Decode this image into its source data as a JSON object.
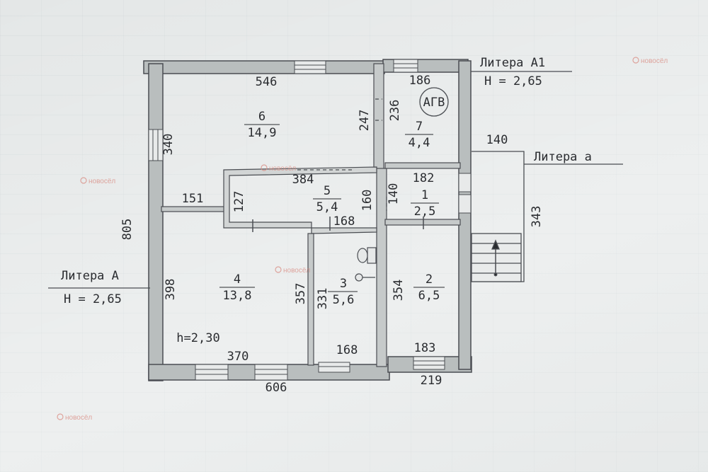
{
  "colors": {
    "paper": "#e4e7e7",
    "wall_fill": "#b9bebe",
    "ink": "#2a2c30",
    "watermark": "#d98a80"
  },
  "labels": {
    "litera_a1": "Литера А1",
    "height_a1": "H = 2,65",
    "litera_a_small": "Литера а",
    "litera_a": "Литера А",
    "height_a": "H = 2,65",
    "ceiling_note": "h=2,30",
    "agv": "АГВ"
  },
  "rooms": [
    {
      "number": "6",
      "area": "14,9"
    },
    {
      "number": "7",
      "area": "4,4"
    },
    {
      "number": "5",
      "area": "5,4"
    },
    {
      "number": "1",
      "area": "2,5"
    },
    {
      "number": "4",
      "area": "13,8"
    },
    {
      "number": "3",
      "area": "5,6"
    },
    {
      "number": "2",
      "area": "6,5"
    }
  ],
  "dimensions": {
    "d546": "546",
    "d186": "186",
    "d340": "340",
    "d247": "247",
    "d236": "236",
    "d140_top": "140",
    "d384": "384",
    "d182": "182",
    "d151": "151",
    "d127": "127",
    "d160": "160",
    "d140": "140",
    "d168_mid": "168",
    "d805": "805",
    "d343": "343",
    "d398": "398",
    "d357": "357",
    "d331": "331",
    "d354": "354",
    "d370": "370",
    "d168_bottom": "168",
    "d183": "183",
    "d606": "606",
    "d219": "219"
  },
  "watermark": {
    "brand": "новосёл"
  }
}
